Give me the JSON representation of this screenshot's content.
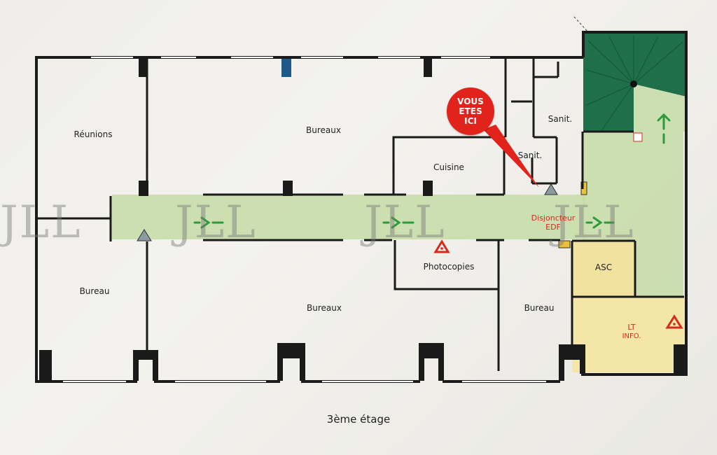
{
  "rooms": {
    "reunions": "Réunions",
    "bureaux_top": "Bureaux",
    "cuisine": "Cuisine",
    "sanit_1": "Sanit.",
    "sanit_2": "Sanit.",
    "bureau_left": "Bureau",
    "photocopies": "Photocopies",
    "bureaux_bottom": "Bureaux",
    "bureau_right": "Bureau",
    "asc": "ASC",
    "lt_info_line1": "LT",
    "lt_info_line2": "INFO."
  },
  "you_are_here": {
    "line1": "VOUS",
    "line2": "ETES",
    "line3": "ICI"
  },
  "disjoncteur": {
    "line1": "Disjoncteur",
    "line2": "EDF"
  },
  "caption": "3ème étage",
  "watermark": "JLL",
  "colors": {
    "corridor": "#c5dca6",
    "stairs": "#1e6f4a",
    "lt_info_room": "#f4e6a6",
    "asc_room": "#f2e2a0",
    "red": "#e1231b",
    "exit_arrow": "#2f9a3a",
    "wall": "#1a1a1a"
  }
}
